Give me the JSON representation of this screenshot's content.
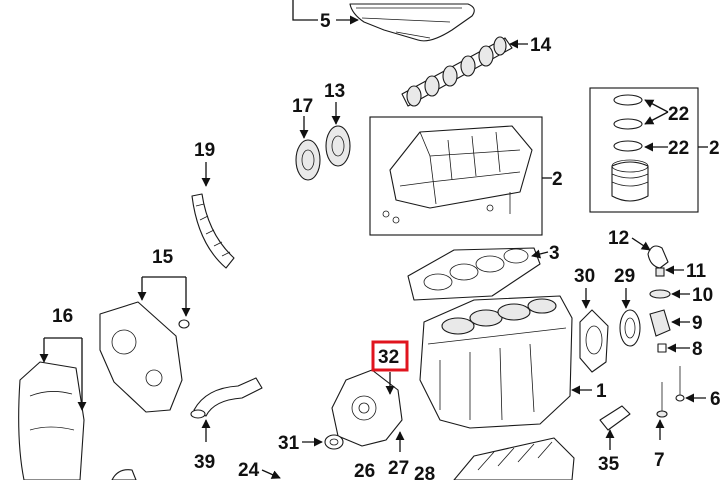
{
  "callouts": {
    "c1": "1",
    "c2": "2",
    "c2b": "2",
    "c3": "3",
    "c5": "5",
    "c6": "6",
    "c7": "7",
    "c8": "8",
    "c9": "9",
    "c10": "10",
    "c11": "11",
    "c12": "12",
    "c13": "13",
    "c14": "14",
    "c15": "15",
    "c16": "16",
    "c17": "17",
    "c19": "19",
    "c22a": "22",
    "c22b": "22",
    "c24": "24",
    "c26": "26",
    "c27": "27",
    "c28": "28",
    "c29": "29",
    "c30": "30",
    "c31": "31",
    "c32": "32",
    "c35": "35",
    "c39": "39"
  },
  "highlight": {
    "label": "32",
    "color": "#e0141e"
  }
}
